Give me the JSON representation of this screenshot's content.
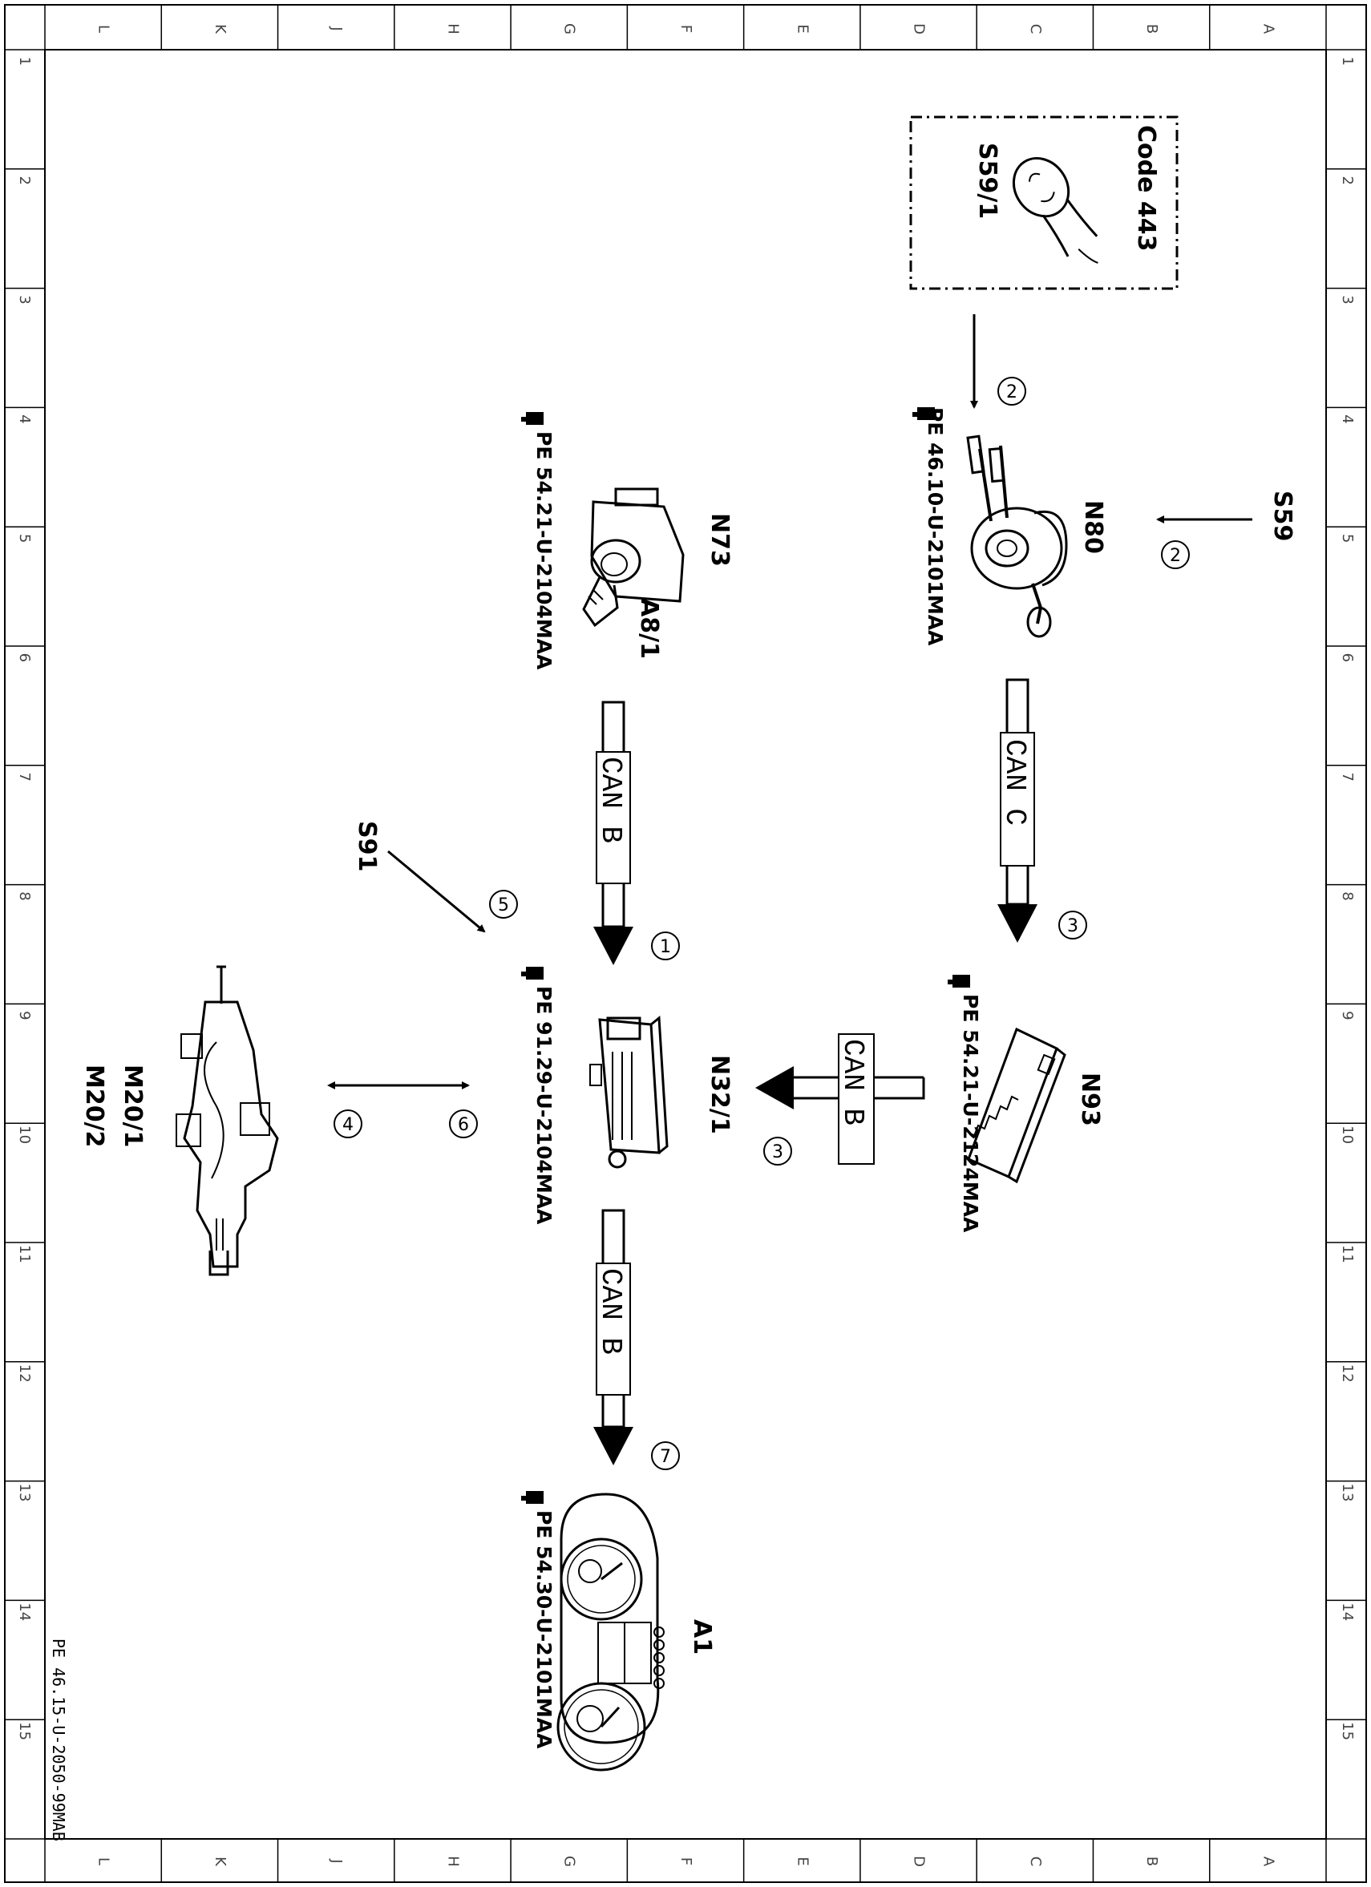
{
  "diagram": {
    "column_letters": [
      "L",
      "K",
      "J",
      "H",
      "G",
      "F",
      "E",
      "D",
      "C",
      "B",
      "A"
    ],
    "row_numbers": [
      "1",
      "2",
      "3",
      "4",
      "5",
      "6",
      "7",
      "8",
      "9",
      "10",
      "11",
      "12",
      "13",
      "14",
      "15"
    ],
    "doc_id": "PE 46.15-U-2050-99MAB"
  },
  "components": {
    "s59_1": {
      "label": "S59/1",
      "code": "Code 443"
    },
    "n80": {
      "label": "N80",
      "ref": "PE 46.10-U-2101MAA"
    },
    "s59": {
      "label": "S59"
    },
    "n73": {
      "label": "N73",
      "sub": "A8/1",
      "ref": "PE 54.21-U-2104MAA"
    },
    "n93": {
      "label": "N93",
      "ref": "PE 54.21-U-2124MAA"
    },
    "n32_1": {
      "label": "N32/1",
      "ref": "PE 91.29-U-2104MAA"
    },
    "s91": {
      "label": "S91"
    },
    "m20": {
      "label1": "M20/1",
      "label2": "M20/2"
    },
    "a1": {
      "label": "A1",
      "ref": "PE 54.30-U-2101MAA"
    }
  },
  "buses": {
    "can_c": "CAN C",
    "can_b_top": "CAN B",
    "can_b_right": "CAN B",
    "can_b_bottom": "CAN B"
  },
  "signals": {
    "s1": "1",
    "s2a": "2",
    "s2b": "2",
    "s3a": "3",
    "s3b": "3",
    "s4": "4",
    "s5": "5",
    "s6": "6",
    "s7": "7"
  }
}
